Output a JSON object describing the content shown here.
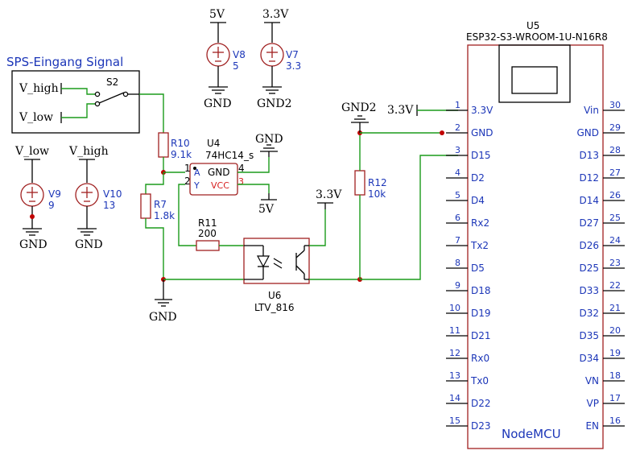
{
  "labels": {
    "title_sps": "SPS-Eingang Signal",
    "v_high_sw": "V_high",
    "v_low_sw": "V_low",
    "s2": "S2",
    "v_low": "V_low",
    "v_high": "V_high",
    "v9": "V9",
    "v9_val": "9",
    "v10": "V10",
    "v10_val": "13",
    "gnd_v9": "GND",
    "gnd_v10": "GND",
    "v8_top": "5V",
    "v8": "V8",
    "v8_val": "5",
    "gnd_v8": "GND",
    "v7_top": "3.3V",
    "v7": "V7",
    "v7_val": "3.3",
    "gnd2_v7": "GND2",
    "r10": "R10",
    "r10_val": "9.1k",
    "r7": "R7",
    "r7_val": "1.8k",
    "r11": "R11",
    "r11_val": "200",
    "r12": "R12",
    "r12_val": "10k",
    "u4": "U4",
    "u4_part": "74HC14_s",
    "u4_pin1": "1",
    "u4_pin2": "2",
    "u4_pin3": "3",
    "u4_pin4": "4",
    "u4_a": "A",
    "u4_y": "Y",
    "u4_gnd": "GND",
    "u4_vcc": "VCC",
    "gnd_u4": "GND",
    "v5_u4": "5V",
    "v33_opto": "3.3V",
    "u6": "U6",
    "u6_part": "LTV_816",
    "gnd_r7": "GND",
    "gnd2_top": "GND2",
    "v33_esp": "3.3V",
    "u5": "U5",
    "u5_part": "ESP32-S3-WROOM-1U-N16R8",
    "nodemcu": "NodeMCU"
  },
  "esp_left_pins": [
    {
      "num": "1",
      "name": "3.3V"
    },
    {
      "num": "2",
      "name": "GND"
    },
    {
      "num": "3",
      "name": "D15"
    },
    {
      "num": "4",
      "name": "D2"
    },
    {
      "num": "5",
      "name": "D4"
    },
    {
      "num": "6",
      "name": "Rx2"
    },
    {
      "num": "7",
      "name": "Tx2"
    },
    {
      "num": "8",
      "name": "D5"
    },
    {
      "num": "9",
      "name": "D18"
    },
    {
      "num": "10",
      "name": "D19"
    },
    {
      "num": "11",
      "name": "D21"
    },
    {
      "num": "12",
      "name": "Rx0"
    },
    {
      "num": "13",
      "name": "Tx0"
    },
    {
      "num": "14",
      "name": "D22"
    },
    {
      "num": "15",
      "name": "D23"
    }
  ],
  "esp_right_pins": [
    {
      "num": "30",
      "name": "Vin"
    },
    {
      "num": "29",
      "name": "GND"
    },
    {
      "num": "28",
      "name": "D13"
    },
    {
      "num": "27",
      "name": "D12"
    },
    {
      "num": "26",
      "name": "D14"
    },
    {
      "num": "25",
      "name": "D27"
    },
    {
      "num": "24",
      "name": "D26"
    },
    {
      "num": "23",
      "name": "D25"
    },
    {
      "num": "22",
      "name": "D33"
    },
    {
      "num": "21",
      "name": "D32"
    },
    {
      "num": "20",
      "name": "D35"
    },
    {
      "num": "19",
      "name": "D34"
    },
    {
      "num": "18",
      "name": "VN"
    },
    {
      "num": "17",
      "name": "VP"
    },
    {
      "num": "16",
      "name": "EN"
    }
  ],
  "colors": {
    "wire": "#1b9b1b",
    "text_blue": "#1c36b8",
    "part_body": "#a02020",
    "junction": "#c00000"
  }
}
